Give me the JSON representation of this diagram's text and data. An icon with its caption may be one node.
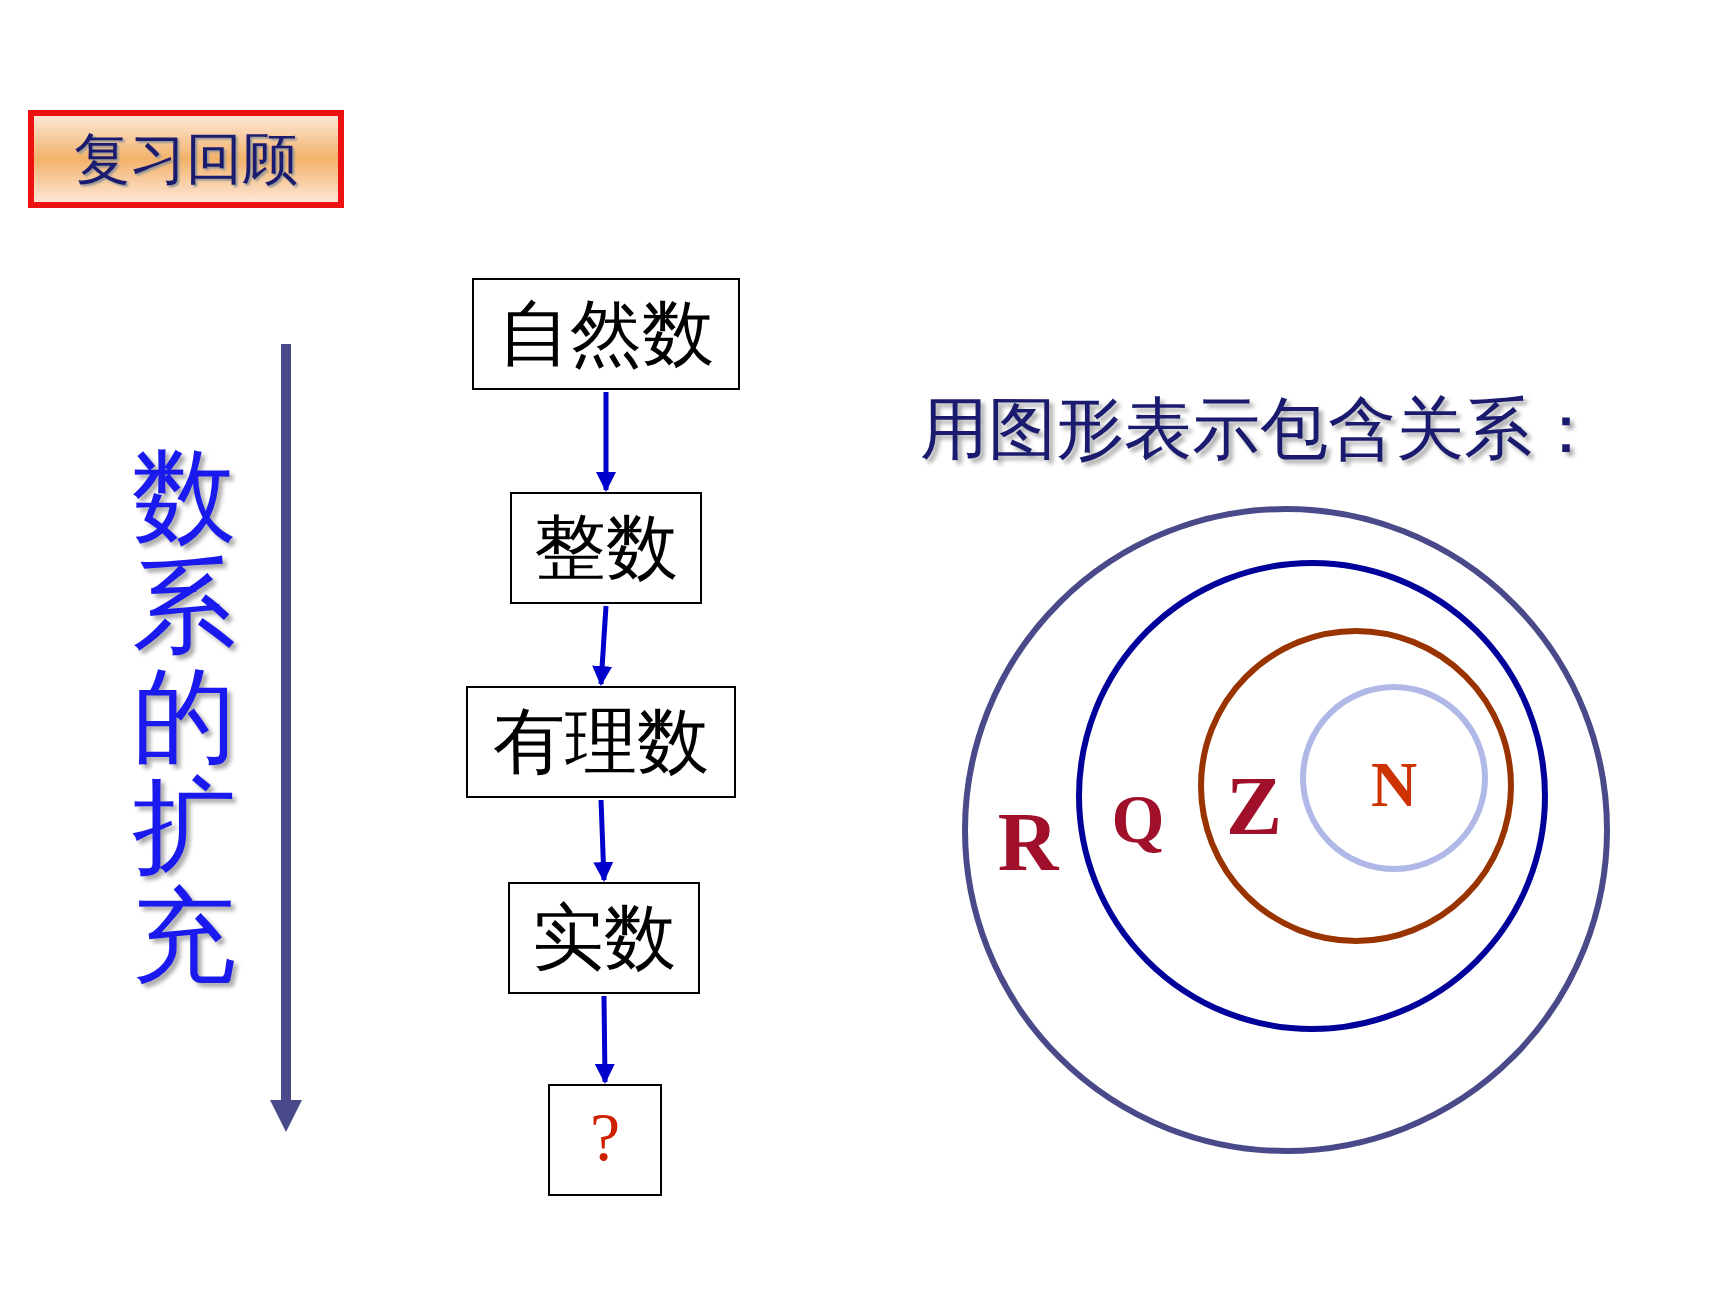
{
  "diagram": {
    "nodes": [
      {
        "text": [
          "复习回顾"
        ]
      },
      {
        "text": [
          "自然数"
        ]
      },
      {
        "text": [
          "整数"
        ]
      },
      {
        "text": [
          "有理数"
        ]
      },
      {
        "text": [
          "实数"
        ]
      },
      {
        "text": [
          "?"
        ]
      },
      {
        "text": [
          "R"
        ]
      },
      {
        "text": [
          "Q"
        ],
        "in": 6
      },
      {
        "text": [
          "Z"
        ],
        "in": 7
      },
      {
        "text": [
          "N"
        ],
        "in": 8
      }
    ],
    "edges": [
      {
        "from": 1,
        "to": 2,
        "arrow": "to"
      },
      {
        "from": 2,
        "to": 3,
        "arrow": "to"
      },
      {
        "from": 3,
        "to": 4,
        "arrow": "to"
      },
      {
        "from": 4,
        "to": 5,
        "arrow": "to"
      }
    ],
    "labels": [
      "数系的扩充",
      "用图形表示包含关系："
    ]
  }
}
